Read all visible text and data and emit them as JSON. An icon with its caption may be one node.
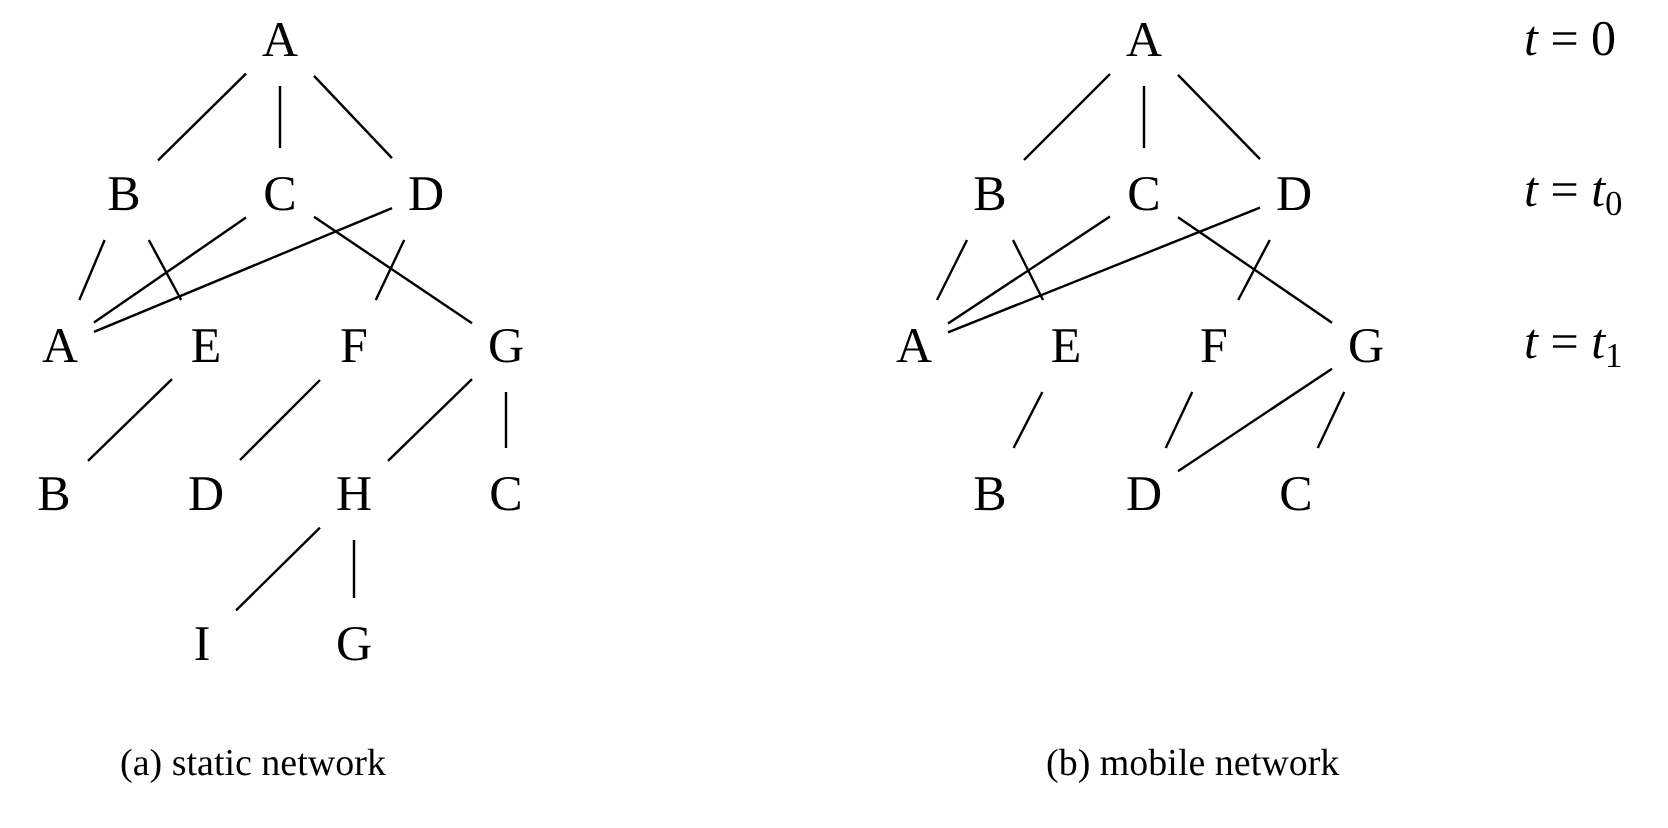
{
  "diagram": {
    "nodes": [
      {
        "text": [
          "A"
        ]
      },
      {
        "text": [
          "B"
        ]
      },
      {
        "text": [
          "C"
        ]
      },
      {
        "text": [
          "D"
        ]
      },
      {
        "text": [
          "A"
        ]
      },
      {
        "text": [
          "E"
        ]
      },
      {
        "text": [
          "F"
        ]
      },
      {
        "text": [
          "G"
        ]
      },
      {
        "text": [
          "B"
        ]
      },
      {
        "text": [
          "D"
        ]
      },
      {
        "text": [
          "H"
        ]
      },
      {
        "text": [
          "C"
        ]
      },
      {
        "text": [
          "I"
        ]
      },
      {
        "text": [
          "G"
        ]
      },
      {
        "text": [
          "A"
        ]
      },
      {
        "text": [
          "B"
        ]
      },
      {
        "text": [
          "C"
        ]
      },
      {
        "text": [
          "D"
        ]
      },
      {
        "text": [
          "A"
        ]
      },
      {
        "text": [
          "E"
        ]
      },
      {
        "text": [
          "F"
        ]
      },
      {
        "text": [
          "G"
        ]
      },
      {
        "text": [
          "B"
        ]
      },
      {
        "text": [
          "D"
        ]
      },
      {
        "text": [
          "C"
        ]
      }
    ],
    "edges": [
      {
        "from": 0,
        "to": 1,
        "arrow": "none"
      },
      {
        "from": 0,
        "to": 2,
        "arrow": "none"
      },
      {
        "from": 0,
        "to": 3,
        "arrow": "none"
      },
      {
        "from": 1,
        "to": 4,
        "arrow": "none"
      },
      {
        "from": 1,
        "to": 5,
        "arrow": "none"
      },
      {
        "from": 2,
        "to": 4,
        "arrow": "none"
      },
      {
        "from": 3,
        "to": 4,
        "arrow": "none"
      },
      {
        "from": 2,
        "to": 7,
        "arrow": "none"
      },
      {
        "from": 3,
        "to": 6,
        "arrow": "none"
      },
      {
        "from": 5,
        "to": 8,
        "arrow": "none"
      },
      {
        "from": 6,
        "to": 9,
        "arrow": "none"
      },
      {
        "from": 7,
        "to": 10,
        "arrow": "none"
      },
      {
        "from": 7,
        "to": 11,
        "arrow": "none"
      },
      {
        "from": 10,
        "to": 12,
        "arrow": "none"
      },
      {
        "from": 10,
        "to": 13,
        "arrow": "none"
      },
      {
        "from": 14,
        "to": 15,
        "arrow": "none"
      },
      {
        "from": 14,
        "to": 16,
        "arrow": "none"
      },
      {
        "from": 14,
        "to": 17,
        "arrow": "none"
      },
      {
        "from": 15,
        "to": 18,
        "arrow": "none"
      },
      {
        "from": 15,
        "to": 19,
        "arrow": "none"
      },
      {
        "from": 16,
        "to": 18,
        "arrow": "none"
      },
      {
        "from": 17,
        "to": 18,
        "arrow": "none"
      },
      {
        "from": 16,
        "to": 21,
        "arrow": "none"
      },
      {
        "from": 17,
        "to": 20,
        "arrow": "none"
      },
      {
        "from": 19,
        "to": 22,
        "arrow": "none"
      },
      {
        "from": 20,
        "to": 23,
        "arrow": "none"
      },
      {
        "from": 21,
        "to": 23,
        "arrow": "none"
      },
      {
        "from": 21,
        "to": 24,
        "arrow": "none"
      }
    ],
    "labels": [
      "*t* = 0",
      "*t* = *t*$_{0}$",
      "*t* = *t*$_{1}$",
      "(a) static network",
      "(b) mobile network"
    ]
  }
}
